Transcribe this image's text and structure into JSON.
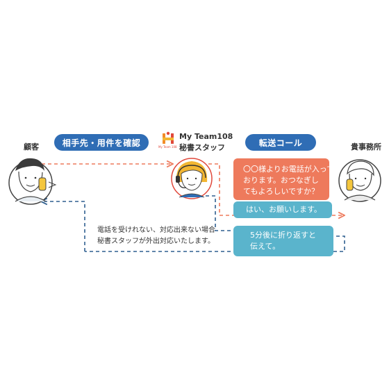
{
  "labels": {
    "customer": "顧客",
    "office": "貴事務所",
    "brand_name": "My Team108",
    "brand_sub": "秘書スタッフ",
    "logo_small": "My Team 108"
  },
  "pills": {
    "confirm": "相手先・用件を確認",
    "transfer": "転送コール"
  },
  "bubbles": {
    "call_lines": [
      "〇〇様よりお電話が入って",
      "おります。おつなぎし",
      "てもよろしいですか？"
    ],
    "reply": "はい、お願いします。",
    "callback_lines": [
      "5分後に折り返すと",
      "伝えて。"
    ]
  },
  "note_lines": [
    "電話を受けれない、対応出来ない場合",
    "秘書スタッフが外出対応いたします。"
  ],
  "colors": {
    "orange": "#ee7a5c",
    "teal": "#5ab4cc",
    "navy": "#2f5f8f",
    "blue": "#2f6db5",
    "logo_orange": "#f28c28",
    "logo_red": "#e0483b"
  }
}
